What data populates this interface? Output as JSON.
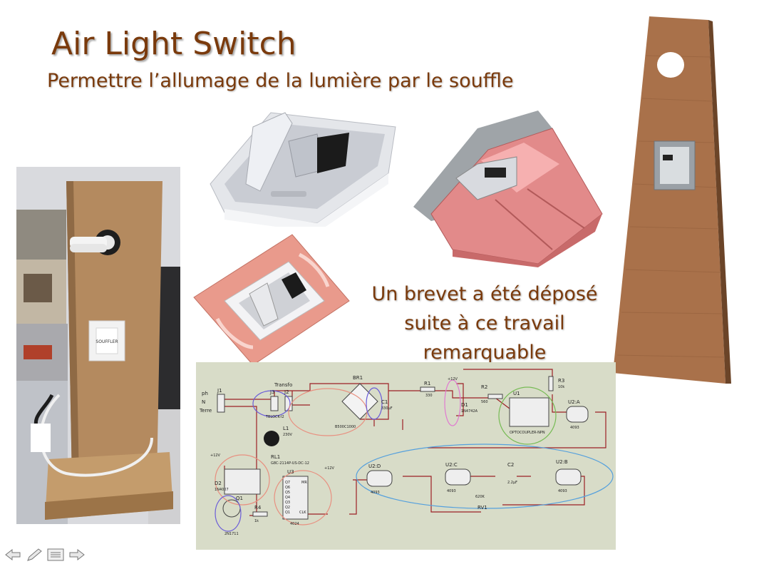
{
  "slide": {
    "title": "Air Light Switch",
    "subtitle": "Permettre l’allumage de la lumière par le souffle",
    "patent_lines": [
      "Un brevet a été déposé",
      "suite à ce travail",
      "remarquable"
    ],
    "photo_switch_label": "SOUFFLER"
  },
  "schematic": {
    "labels": {
      "ph": "ph",
      "n": "N",
      "terre": "Terre",
      "j1": "J1",
      "j3": "J3",
      "j2": "J2",
      "transfo": "Transfo",
      "tblock": "TBLOCK-I2",
      "br1": "BR1",
      "br1_part": "B500C1000",
      "c1": "C1",
      "c1_val": "330µF",
      "r1": "R1",
      "r1_val": "330",
      "v12a": "+12V",
      "r2": "R2",
      "r2_val": "560",
      "d1": "D1",
      "d1_part": "1N4742A",
      "r3": "R3",
      "r3_val": "10k",
      "u1": "U1",
      "u1_part": "OPTOCOUPLER-NPN",
      "u2a": "U2:A",
      "u2a_part": "4093",
      "l1": "L1",
      "l1_val": "230V",
      "rl1": "RL1",
      "rl1_part": "G8C-2114P-US-DC-12",
      "v12b": "+12V",
      "v12c": "+12V",
      "d2": "D2",
      "d2_part": "1N4007",
      "q1": "Q1",
      "q1_part": "2N1711",
      "r4": "R4",
      "r4_val": "1k",
      "u3": "U3",
      "u3_part": "4024",
      "u3_mr": "MR",
      "u3_clk": "CLK",
      "q_pins": [
        "Q7",
        "Q6",
        "Q5",
        "Q4",
        "Q3",
        "Q2",
        "Q1"
      ],
      "u2d": "U2:D",
      "u2d_part": "4093",
      "u2c": "U2:C",
      "u2c_part": "4093",
      "c2": "C2",
      "c2_val": "2.2µF",
      "u2b": "U2:B",
      "u2b_part": "4093",
      "rv1": "RV1",
      "rv1_val": "620K"
    }
  },
  "nav": {
    "buttons": [
      "prev-arrow-icon",
      "pen-icon",
      "menu-icon",
      "next-arrow-icon"
    ]
  },
  "colors": {
    "title": "#7a3a0c",
    "wood": "#a06a3e",
    "salmon": "#e99a8c",
    "schematic_bg": "#d8dcc8",
    "wire": "#9c1f24"
  }
}
